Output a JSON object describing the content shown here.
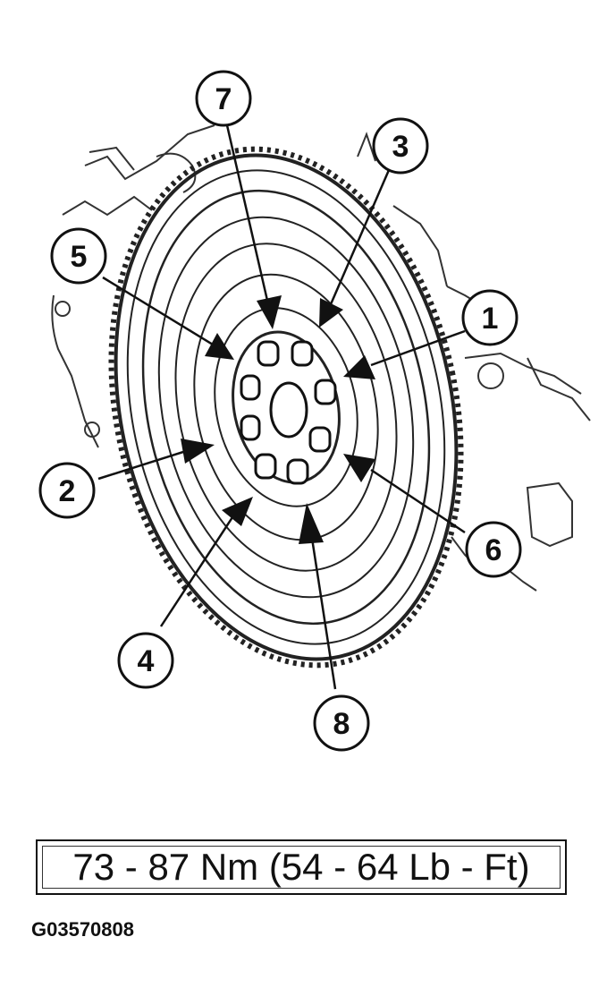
{
  "diagram": {
    "subject": "flywheel-bolt-tightening-sequence",
    "callouts": [
      {
        "label": "1"
      },
      {
        "label": "2"
      },
      {
        "label": "3"
      },
      {
        "label": "4"
      },
      {
        "label": "5"
      },
      {
        "label": "6"
      },
      {
        "label": "7"
      },
      {
        "label": "8"
      }
    ]
  },
  "torque_spec": "73 - 87 Nm (54 - 64 Lb - Ft)",
  "figure_id": "G03570808",
  "colors": {
    "line": "#111111",
    "background": "#ffffff"
  }
}
